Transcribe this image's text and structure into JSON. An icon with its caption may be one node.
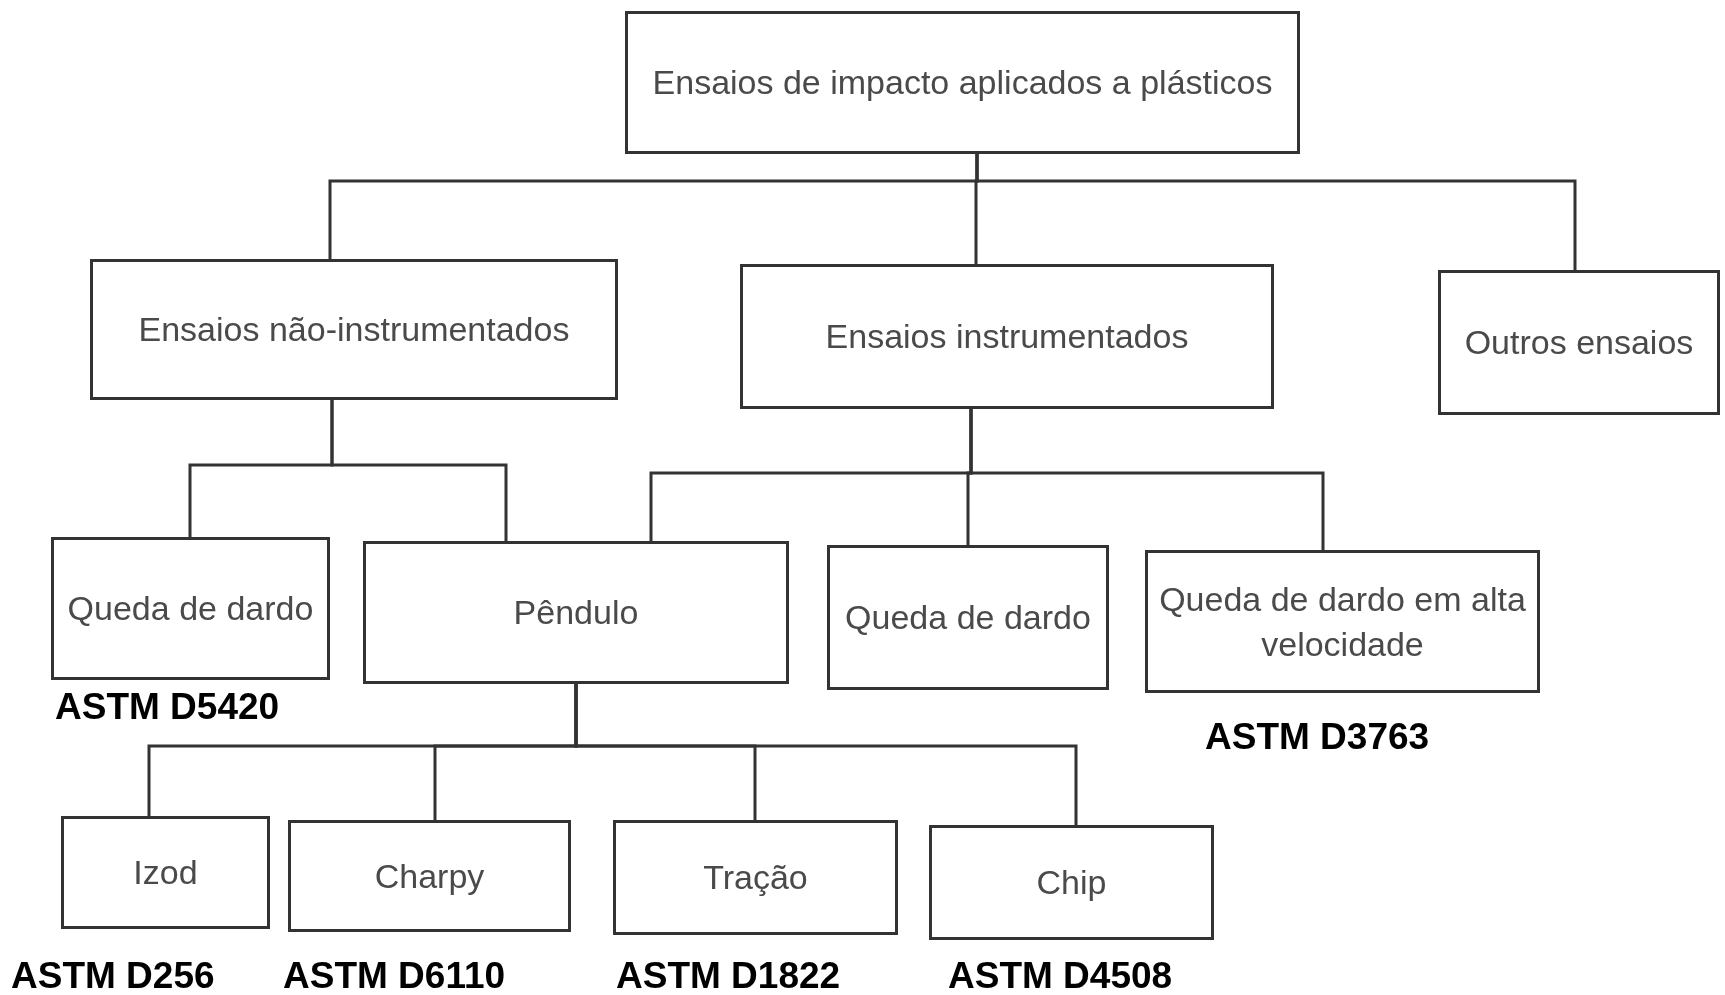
{
  "diagram": {
    "nodes": [
      {
        "text": [
          "Ensaios de impacto aplicados a plásticos"
        ]
      },
      {
        "text": [
          "Ensaios não-instrumentados"
        ]
      },
      {
        "text": [
          "Ensaios instrumentados"
        ]
      },
      {
        "text": [
          "Outros ensaios"
        ]
      },
      {
        "text": [
          "Queda de dardo"
        ],
        "beside": [
          "ASTM D5420"
        ]
      },
      {
        "text": [
          "Pêndulo"
        ]
      },
      {
        "text": [
          "Queda de dardo"
        ]
      },
      {
        "text": [
          "Queda de dardo em alta velocidade"
        ],
        "beside": [
          "ASTM D3763"
        ]
      },
      {
        "text": [
          "Izod"
        ],
        "beside": [
          "ASTM D256"
        ]
      },
      {
        "text": [
          "Charpy"
        ],
        "beside": [
          "ASTM D6110"
        ]
      },
      {
        "text": [
          "Tração"
        ],
        "beside": [
          "ASTM D1822"
        ]
      },
      {
        "text": [
          "Chip"
        ],
        "beside": [
          "ASTM D4508"
        ]
      }
    ],
    "edges": [
      {
        "from": 0,
        "to": 1,
        "arrow": "none"
      },
      {
        "from": 0,
        "to": 2,
        "arrow": "none"
      },
      {
        "from": 0,
        "to": 3,
        "arrow": "none"
      },
      {
        "from": 1,
        "to": 4,
        "arrow": "none"
      },
      {
        "from": 1,
        "to": 5,
        "arrow": "none"
      },
      {
        "from": 2,
        "to": 5,
        "arrow": "none"
      },
      {
        "from": 2,
        "to": 6,
        "arrow": "none"
      },
      {
        "from": 2,
        "to": 7,
        "arrow": "none"
      },
      {
        "from": 5,
        "to": 8,
        "arrow": "none"
      },
      {
        "from": 5,
        "to": 9,
        "arrow": "none"
      },
      {
        "from": 5,
        "to": 10,
        "arrow": "none"
      },
      {
        "from": 5,
        "to": 11,
        "arrow": "none"
      }
    ]
  }
}
